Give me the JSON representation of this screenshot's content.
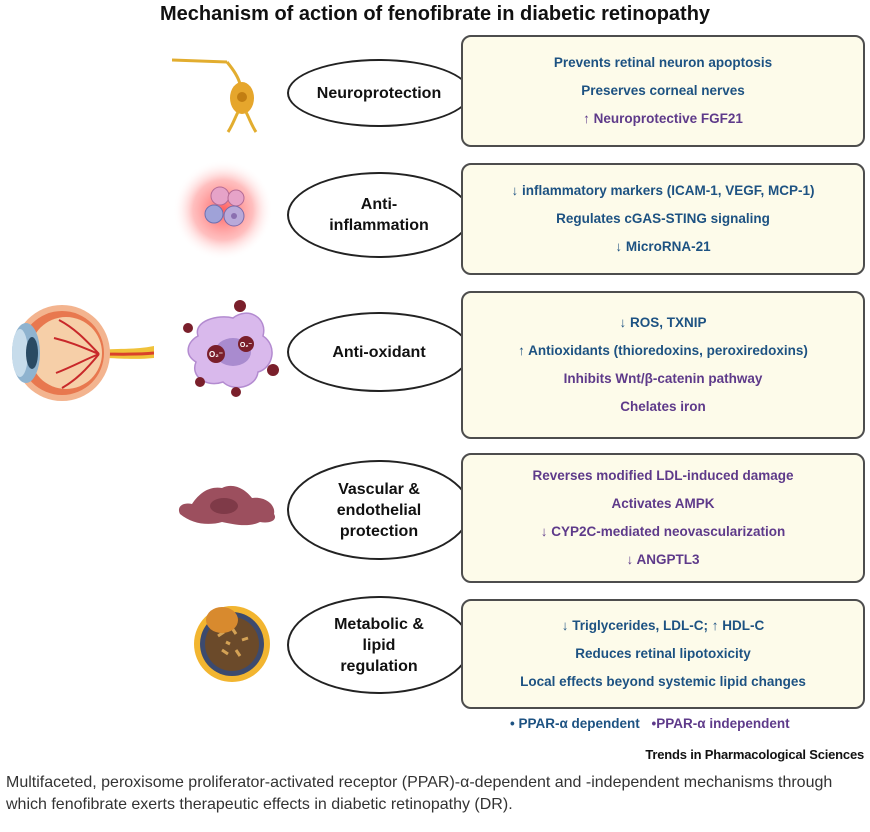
{
  "title": "Mechanism of action of fenofibrate in diabetic retinopathy",
  "colors": {
    "ppar_dependent": "#1d5282",
    "ppar_independent": "#5e3a8a"
  },
  "mechanisms": [
    {
      "label": "Neuroprotection",
      "icon": "neuron-icon",
      "effects": [
        {
          "text": "Prevents retinal neuron apoptosis",
          "type": "dependent"
        },
        {
          "text": "Preserves corneal nerves",
          "type": "dependent"
        },
        {
          "text": "↑ Neuroprotective FGF21",
          "type": "independent"
        }
      ]
    },
    {
      "label": "Anti-\ninflammation",
      "icon": "inflamed-cells-icon",
      "effects": [
        {
          "text": "↓ inflammatory markers (ICAM-1, VEGF, MCP-1)",
          "type": "dependent"
        },
        {
          "text": "Regulates cGAS-STING signaling",
          "type": "dependent"
        },
        {
          "text": "↓ MicroRNA-21",
          "type": "dependent"
        }
      ]
    },
    {
      "label": "Anti-oxidant",
      "icon": "oxidative-stress-cell-icon",
      "effects": [
        {
          "text": "↓ ROS, TXNIP",
          "type": "dependent"
        },
        {
          "text": "↑ Antioxidants (thioredoxins, peroxiredoxins)",
          "type": "dependent"
        },
        {
          "text": "Inhibits Wnt/β-catenin pathway",
          "type": "independent"
        },
        {
          "text": "Chelates iron",
          "type": "independent"
        }
      ]
    },
    {
      "label": "Vascular &\nendothelial\nprotection",
      "icon": "endothelial-cell-icon",
      "effects": [
        {
          "text": "Reverses modified LDL-induced damage",
          "type": "independent"
        },
        {
          "text": "Activates AMPK",
          "type": "independent"
        },
        {
          "text": "↓ CYP2C-mediated neovascularization",
          "type": "independent"
        },
        {
          "text": "↓ ANGPTL3",
          "type": "independent"
        }
      ]
    },
    {
      "label": "Metabolic &\nlipid\nregulation",
      "icon": "lipoprotein-icon",
      "effects": [
        {
          "text": "↓ Triglycerides, LDL-C; ↑ HDL-C",
          "type": "dependent"
        },
        {
          "text": "Reduces retinal lipotoxicity",
          "type": "dependent"
        },
        {
          "text": "Local effects beyond systemic lipid changes",
          "type": "dependent"
        }
      ]
    }
  ],
  "oxidant_label": "O₂⁻",
  "legend": {
    "dependent": "• PPAR-α dependent",
    "independent": "•PPAR-α independent"
  },
  "journal": "Trends in Pharmacological Sciences",
  "caption": "Multifaceted, peroxisome proliferator-activated receptor (PPAR)-α-dependent and -independent mechanisms through which fenofibrate exerts therapeutic effects in diabetic retinopathy (DR)."
}
